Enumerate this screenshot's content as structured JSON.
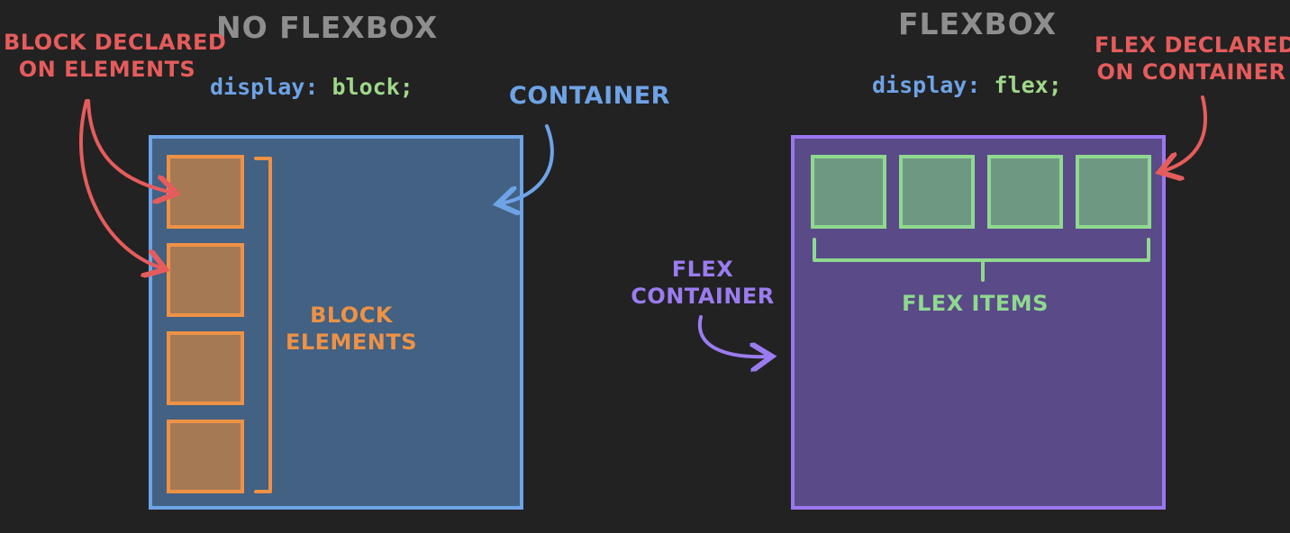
{
  "left_panel": {
    "title": "NO FLEXBOX",
    "code_prop": "display:",
    "code_value": "block;",
    "annotation_declared": [
      "BLOCK DECLARED",
      "ON ELEMENTS"
    ],
    "container_label": "CONTAINER",
    "elements_label": [
      "BLOCK",
      "ELEMENTS"
    ],
    "element_count": 4
  },
  "right_panel": {
    "title": "FLEXBOX",
    "code_prop": "display:",
    "code_value": "flex;",
    "annotation_declared": [
      "FLEX DECLARED",
      "ON CONTAINER"
    ],
    "container_label": [
      "FLEX",
      "CONTAINER"
    ],
    "items_label": "FLEX ITEMS",
    "item_count": 4
  },
  "colors": {
    "background": "#222222",
    "block_container": "#6ea3e6",
    "block_element": "#ee9245",
    "flex_container": "#9a77f0",
    "flex_item": "#8fd98f",
    "annotation": "#e65c5c"
  }
}
